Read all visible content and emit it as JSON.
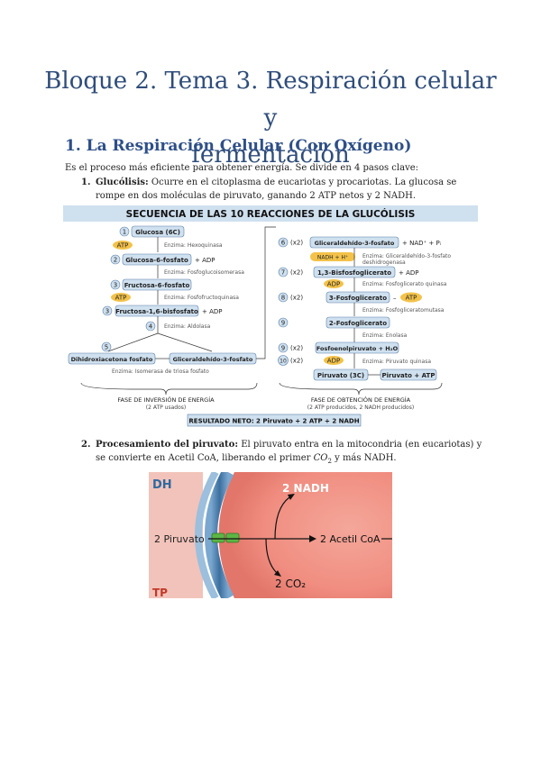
{
  "title_line1": "Bloque 2. Tema 3. Respiración celular y",
  "title_line2": "fermentación",
  "section1": "1. La Respiración Celular (Con Oxígeno)",
  "intro": "Es el proceso más eficiente para obtener energía. Se divide en 4 pasos clave:",
  "item1": {
    "num": "1.",
    "term": "Glucólisis:",
    "text": " Ocurre en el citoplasma de eucariotas y procariotas. La glucosa se rompe en dos moléculas de piruvato, ganando 2 ATP netos y 2 NADH."
  },
  "item2": {
    "num": "2.",
    "term": "Procesamiento del piruvato:",
    "text_a": " El piruvato entra en la mitocondria (en eucariotas) y se convierte en Acetil CoA, liberando el primer ",
    "co": "CO",
    "sub": "2",
    "text_b": " y más NADH."
  },
  "glycolysis": {
    "header": "SECUENCIA DE LAS 10 REACCIONES DE LA GLUCÓLISIS",
    "n1": "1",
    "glucosa": "Glucosa (6C)",
    "atp": "ATP",
    "enz1": "Enzima: Hexoquinasa",
    "n2": "2",
    "g6p": "Glucosa-6-fosfato",
    "adp": "+ ADP",
    "enz2": "Enzima: Fosfoglucoisomerasa",
    "n3a": "3",
    "f6p": "Fructosa-6-fosfato",
    "enz3": "Enzima: Fosfofructoquinasa",
    "n3b": "3",
    "f16bp": "Fructosa-1,6-bisfosfato",
    "adp2": "+ ADP",
    "n4": "4",
    "enz4": "Enzima: Aldolasa",
    "n5": "5",
    "dhap": "Dihidroxiacetona fosfato",
    "g3p": "Gliceraldehído-3-fosfato",
    "enz5": "Enzima: Isomerasa de triosa fosfato",
    "n6": "6",
    "x2": "(x2)",
    "g3p6": "Gliceraldehído-3-fosfato",
    "nadp": "+ NAD⁺ + Pᵢ",
    "nadh": "NADH + H⁺",
    "enz6a": "Enzima: Gliceraldehído-3-fosfato",
    "enz6b": "deshidrogenasa",
    "n7": "7",
    "bpg": "1,3-Bisfosfoglicerato",
    "adp3": "+ ADP",
    "adp4": "ADP",
    "enz7": "Enzima: Fosfoglicerato quinasa",
    "n8": "8",
    "pg3": "3-Fosfoglicerato",
    "atp2": "ATP",
    "enz8": "Enzima: Fosfogliceratomutasa",
    "n9a": "9",
    "pg2": "2-Fosfoglicerato",
    "enz9": "Enzima: Enolasa",
    "n9b": "9",
    "pep": "Fosfoenolpiruvato + H₂O",
    "n10": "10",
    "adp5": "ADP",
    "enz10": "Enzima: Piruvato quinasa",
    "pir3c": "Piruvato (3C)",
    "pirat": "Piruvato + ATP",
    "fase1": "FASE DE INVERSIÓN DE ENERGÍA",
    "fase1b": "(2 ATP usados)",
    "fase2": "FASE DE OBTENCIÓN DE ENERGÍA",
    "fase2b": "(2 ATP producidos, 2 NADH producidos)",
    "resultado": "RESULTADO NETO: 2 Piruvato + 2 ATP + 2 NADH"
  },
  "mitochondria": {
    "dh": "DH",
    "nadh": "2 NADH",
    "piruvato": "2 Piruvato",
    "acetil": "2 Acetil CoA",
    "co2": "2 CO₂",
    "tp": "TP"
  },
  "colors": {
    "title": "#2f4d7a",
    "heading": "#2e4f87",
    "box": "#cfe0ef",
    "atp": "#f3c24a"
  }
}
